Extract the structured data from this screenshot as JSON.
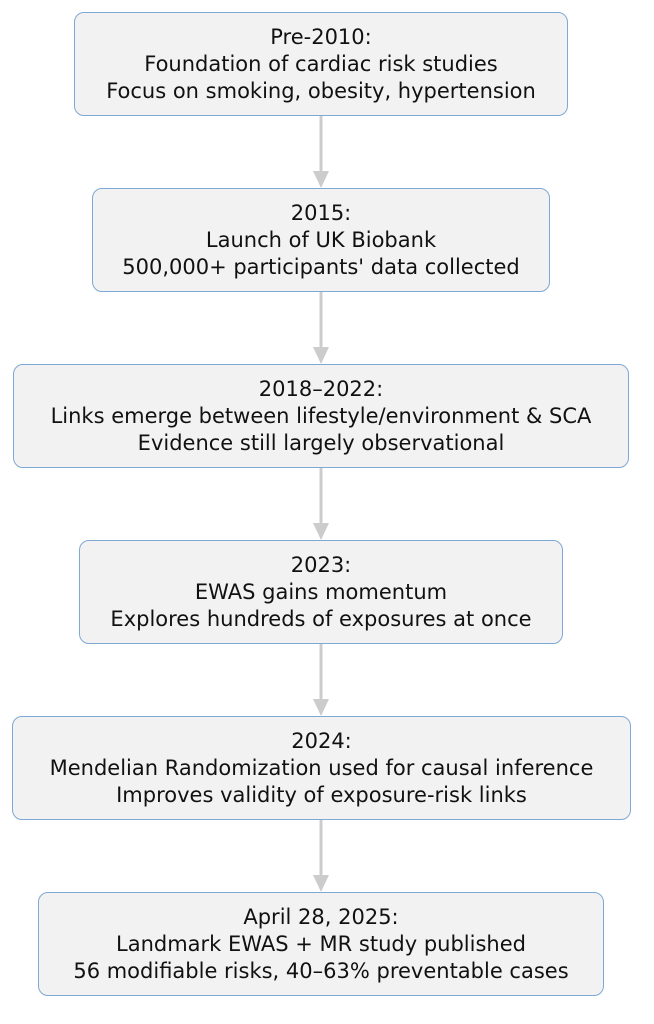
{
  "diagram": {
    "type": "flowchart",
    "direction": "top-to-bottom",
    "colors": {
      "node_fill": "#f2f2f2",
      "node_border": "#7ea8d6",
      "edge": "#cccccc",
      "text": "#111111"
    },
    "nodes": [
      {
        "id": "pre2010",
        "date": "Pre-2010:",
        "line1": "Foundation of cardiac risk studies",
        "line2": "Focus on smoking, obesity, hypertension"
      },
      {
        "id": "y2015",
        "date": "2015:",
        "line1": "Launch of UK Biobank",
        "line2": "500,000+ participants' data collected"
      },
      {
        "id": "y2018_2022",
        "date": "2018–2022:",
        "line1": "Links emerge between lifestyle/environment & SCA",
        "line2": "Evidence still largely observational"
      },
      {
        "id": "y2023",
        "date": "2023:",
        "line1": "EWAS gains momentum",
        "line2": "Explores hundreds of exposures at once"
      },
      {
        "id": "y2024",
        "date": "2024:",
        "line1": "Mendelian Randomization used for causal inference",
        "line2": "Improves validity of exposure-risk links"
      },
      {
        "id": "apr2025",
        "date": "April 28, 2025:",
        "line1": "Landmark EWAS + MR study published",
        "line2": "56 modifiable risks, 40–63% preventable cases"
      }
    ],
    "edges": [
      {
        "from": "pre2010",
        "to": "y2015"
      },
      {
        "from": "y2015",
        "to": "y2018_2022"
      },
      {
        "from": "y2018_2022",
        "to": "y2023"
      },
      {
        "from": "y2023",
        "to": "y2024"
      },
      {
        "from": "y2024",
        "to": "apr2025"
      }
    ]
  }
}
